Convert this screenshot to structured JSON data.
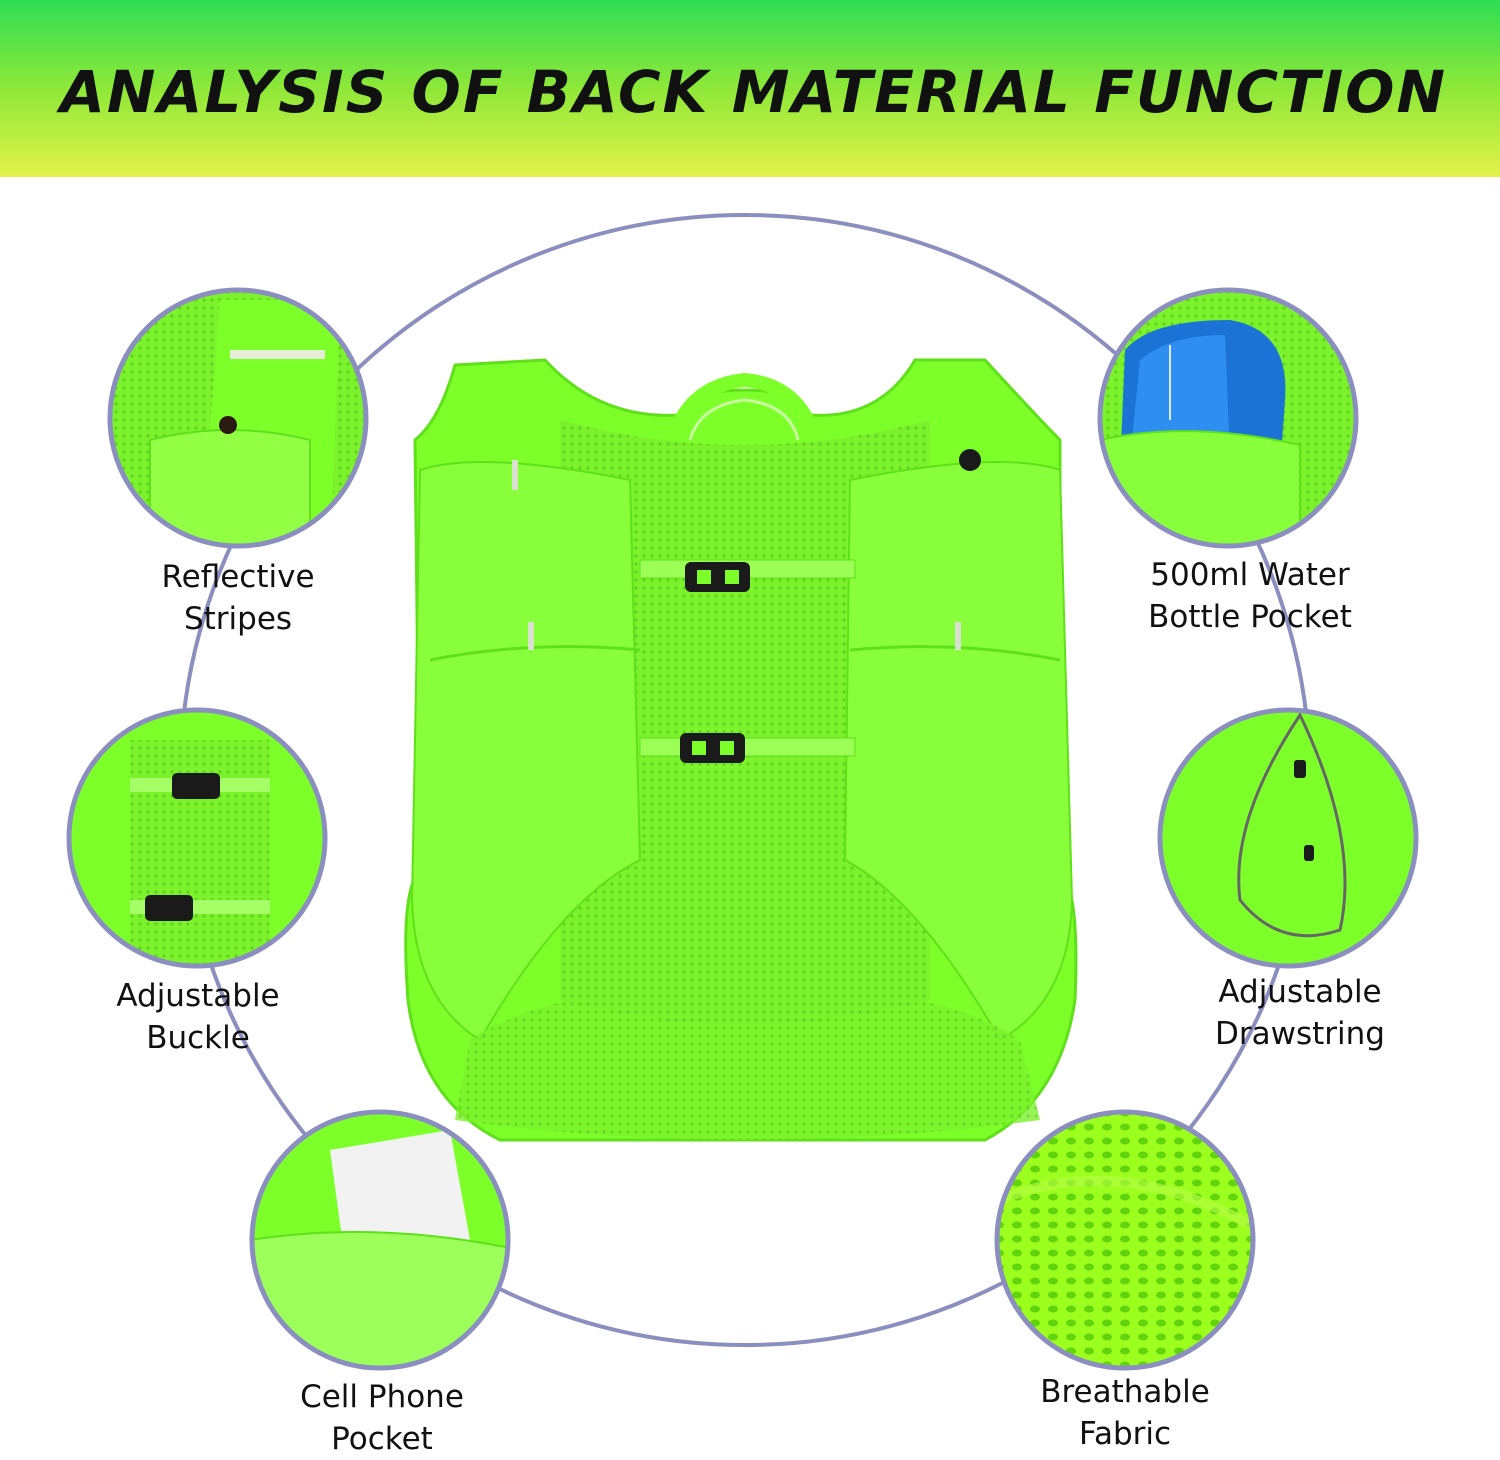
{
  "banner": {
    "title": "ANALYSIS OF BACK MATERIAL FUNCTION"
  },
  "colors": {
    "neon": "#7dff2a",
    "neon_dark": "#5fe01a",
    "ring": "#8a8fc0",
    "banner_top": "#2fdd55",
    "banner_bottom": "#e3f24a"
  },
  "features": {
    "reflective": {
      "line1": "Reflective",
      "line2": "Stripes",
      "icon": "reflective-stripe-icon"
    },
    "bottle": {
      "line1": "500ml Water",
      "line2": "Bottle Pocket",
      "icon": "water-bottle-icon"
    },
    "buckle": {
      "line1": "Adjustable",
      "line2": "Buckle",
      "icon": "buckle-icon"
    },
    "drawstring": {
      "line1": "Adjustable",
      "line2": "Drawstring",
      "icon": "drawstring-icon"
    },
    "phone": {
      "line1": "Cell Phone",
      "line2": "Pocket",
      "icon": "phone-pocket-icon"
    },
    "fabric": {
      "line1": "Breathable",
      "line2": "Fabric",
      "icon": "mesh-fabric-icon"
    }
  }
}
